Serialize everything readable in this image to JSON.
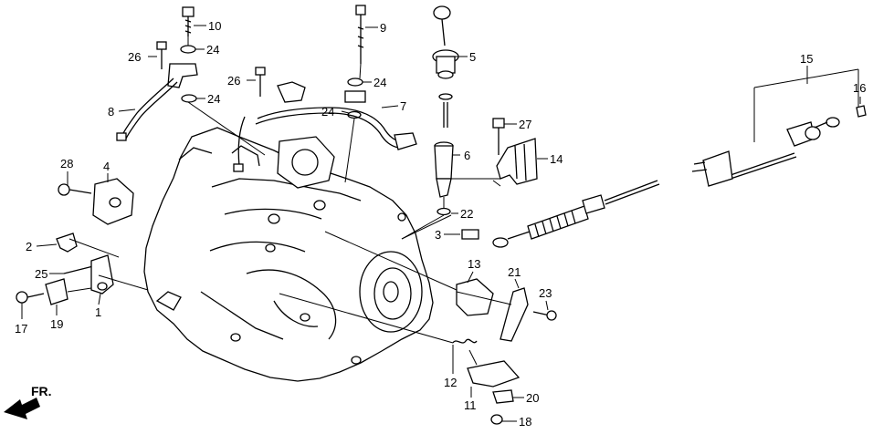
{
  "direction_label": "FR.",
  "callouts": [
    {
      "id": "c10",
      "text": "10"
    },
    {
      "id": "c9",
      "text": "9"
    },
    {
      "id": "c5",
      "text": "5"
    },
    {
      "id": "c26a",
      "text": "26"
    },
    {
      "id": "c24a",
      "text": "24"
    },
    {
      "id": "c26b",
      "text": "26"
    },
    {
      "id": "c24b",
      "text": "24"
    },
    {
      "id": "c24c",
      "text": "24"
    },
    {
      "id": "c24d",
      "text": "24"
    },
    {
      "id": "c7",
      "text": "7"
    },
    {
      "id": "c8",
      "text": "8"
    },
    {
      "id": "c27",
      "text": "27"
    },
    {
      "id": "c6",
      "text": "6"
    },
    {
      "id": "c14",
      "text": "14"
    },
    {
      "id": "c28",
      "text": "28"
    },
    {
      "id": "c4",
      "text": "4"
    },
    {
      "id": "c22",
      "text": "22"
    },
    {
      "id": "c3",
      "text": "3"
    },
    {
      "id": "c2",
      "text": "2"
    },
    {
      "id": "c25",
      "text": "25"
    },
    {
      "id": "c13",
      "text": "13"
    },
    {
      "id": "c21",
      "text": "21"
    },
    {
      "id": "c23",
      "text": "23"
    },
    {
      "id": "c17",
      "text": "17"
    },
    {
      "id": "c19",
      "text": "19"
    },
    {
      "id": "c1",
      "text": "1"
    },
    {
      "id": "c12",
      "text": "12"
    },
    {
      "id": "c11",
      "text": "11"
    },
    {
      "id": "c20",
      "text": "20"
    },
    {
      "id": "c18",
      "text": "18"
    },
    {
      "id": "c15",
      "text": "15"
    },
    {
      "id": "c16",
      "text": "16"
    }
  ]
}
